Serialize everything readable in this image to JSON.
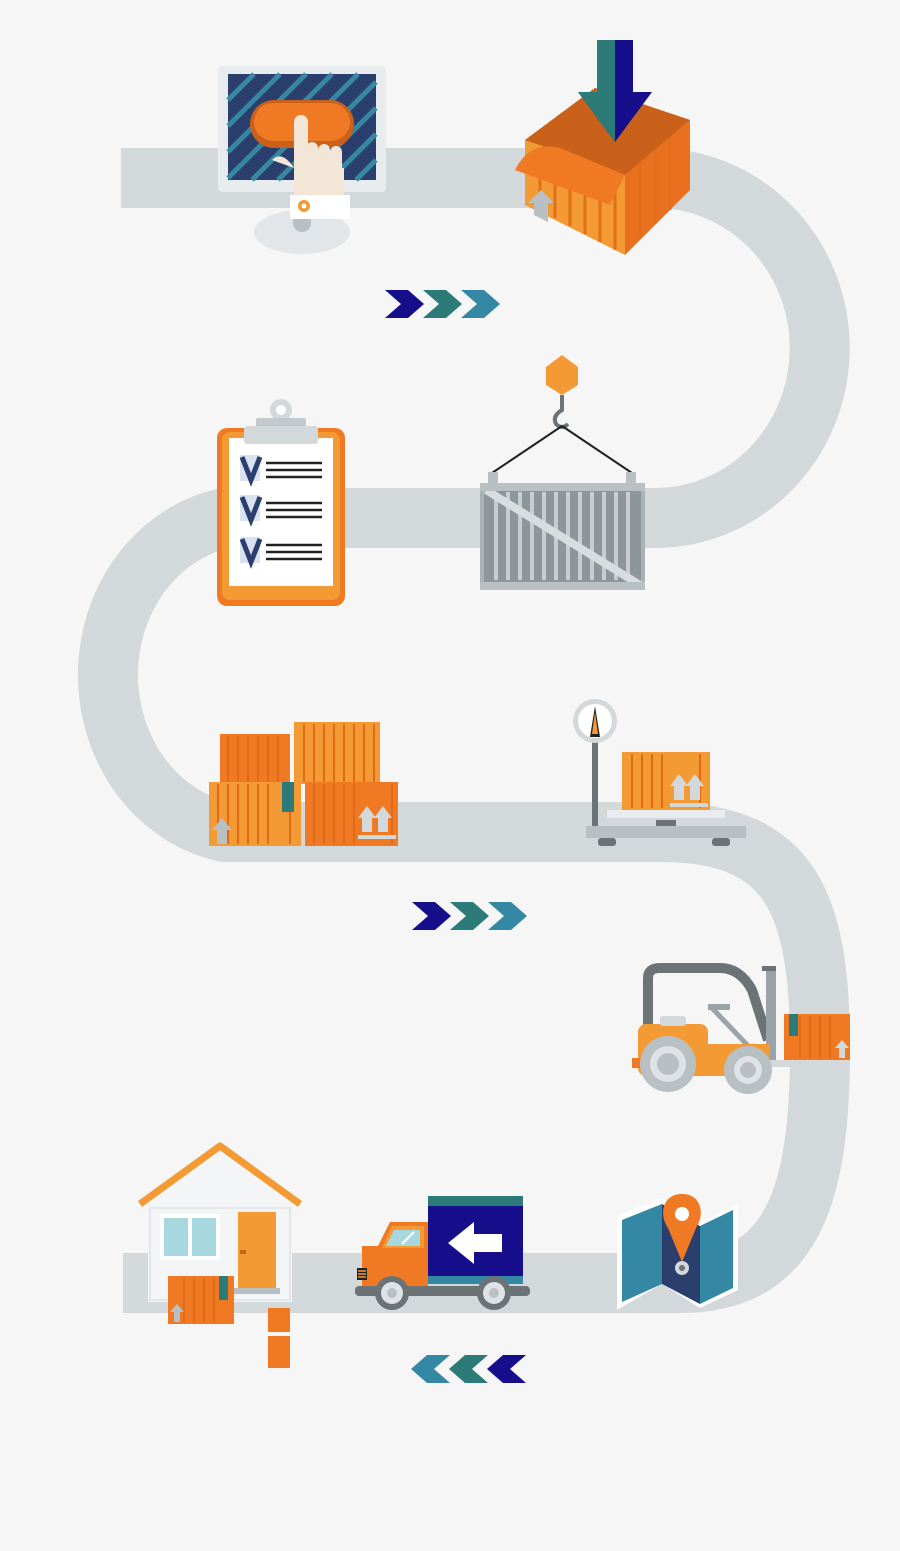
{
  "colors": {
    "background": "#f6f6f6",
    "road": "#d3d8db",
    "orange": "#f07a24",
    "orange_light": "#f39a35",
    "orange_dark": "#c9611a",
    "navy": "#170e8c",
    "teal": "#2d7b78",
    "steel_blue": "#3488a3",
    "grey": "#9aa3a8",
    "grey_dark": "#6b7377",
    "light_blue": "#a8d8df",
    "white": "#ffffff"
  },
  "steps": [
    {
      "icon": "online-order-icon",
      "label": ""
    },
    {
      "icon": "warehouse-receive-icon",
      "label": ""
    },
    {
      "icon": "crane-container-icon",
      "label": ""
    },
    {
      "icon": "checklist-clipboard-icon",
      "label": ""
    },
    {
      "icon": "stacked-cargo-boxes-icon",
      "label": ""
    },
    {
      "icon": "weighing-scale-icon",
      "label": ""
    },
    {
      "icon": "forklift-icon",
      "label": ""
    },
    {
      "icon": "map-location-pin-icon",
      "label": ""
    },
    {
      "icon": "delivery-truck-icon",
      "label": ""
    },
    {
      "icon": "home-delivery-icon",
      "label": ""
    }
  ],
  "direction_markers": [
    {
      "icon": "chevrons-right-icon",
      "direction": "right"
    },
    {
      "icon": "chevrons-right-icon",
      "direction": "right"
    },
    {
      "icon": "chevrons-left-icon",
      "direction": "left"
    }
  ]
}
